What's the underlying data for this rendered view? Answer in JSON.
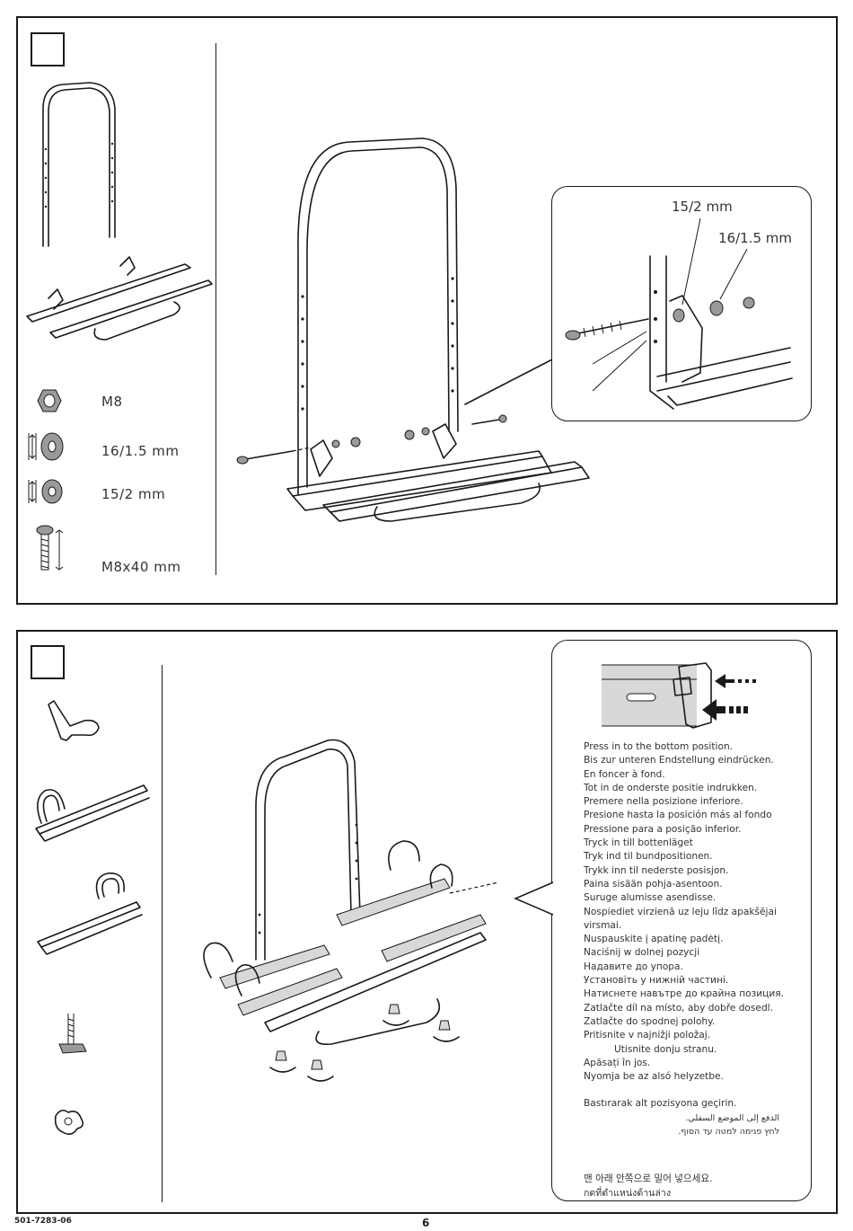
{
  "panel1": {
    "parts": [
      {
        "icon": "nut-icon",
        "label": "M8"
      },
      {
        "icon": "washer-icon",
        "label": "16/1.5 mm"
      },
      {
        "icon": "washer-icon",
        "label": "15/2 mm"
      },
      {
        "icon": "bolt-icon",
        "label": "M8x40 mm"
      }
    ],
    "detail": {
      "label_a": "15/2 mm",
      "label_b": "16/1.5 mm"
    }
  },
  "panel2": {
    "instructions": [
      "Press in to the bottom position.",
      "Bis zur unteren Endstellung eindrücken.",
      "En foncer à fond.",
      "Tot in de onderste positie indrukken.",
      "Premere nella posizione inferiore.",
      "Presione hasta la posición más al fondo",
      "Pressione para a posição inferior.",
      "Tryck in till bottenläget",
      "Tryk ind til bundpositionen.",
      "Trykk inn til nederste posisjon.",
      "Paina sisään pohja-asentoon.",
      "Suruge alumisse asendisse.",
      "Nospiediet virzienā uz leju līdz apakšējai",
      "virsmai.",
      "Nuspauskite į apatinę padėtį.",
      "Naciśnij w dolnej pozycji",
      "Надавите до упора.",
      "Установіть у нижній частині.",
      "Натиснете навътре до крайна позиция.",
      "Zatlačte díl na místo, aby dobře dosedl.",
      "Zatlačte do spodnej polohy.",
      "Pritisnite v najnižji položaj.",
      "Utisnite donju stranu.",
      "Apăsați în jos.",
      "Nyomja be az alsó helyzetbe."
    ],
    "instruction_tr": "Bastırarak alt pozisyona geçirin.",
    "instruction_ar": "الدفع إلى الموضع السفلي.",
    "instruction_he": "לחץ פנימה למטה עד הסוף.",
    "instruction_ko": "맨 아래 안쪽으로 밀어 넣으세요.",
    "instruction_th": "กดที่ตำแหน่งด้านล่าง"
  },
  "footer": {
    "code": "501-7283-06",
    "page": "6"
  }
}
